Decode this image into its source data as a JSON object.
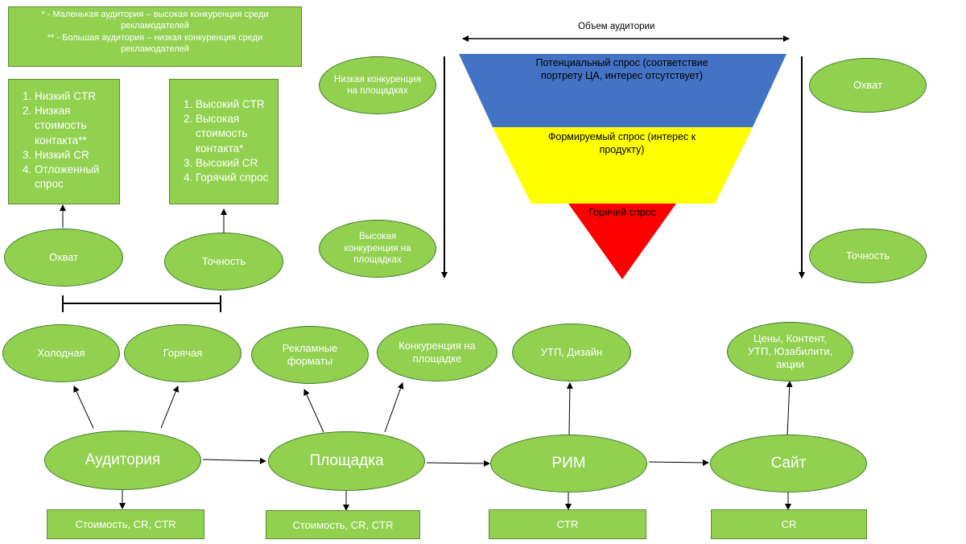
{
  "notes": {
    "line1": "* - Маленькая аудитория – высокая конкуренция среди рекламодателей",
    "line2": "** - Большая аудитория – низкая конкуренция среди рекламодателей"
  },
  "reach_list": [
    "Низкий CTR",
    "Низкая стоимость контакта**",
    "Низкий CR",
    "Отложенный спрос"
  ],
  "precision_list": [
    "Высокий CTR",
    "Высокая стоимость контакта*",
    "Высокий CR",
    "Горячий спрос"
  ],
  "left_nodes": {
    "reach": "Охват",
    "precision": "Точность"
  },
  "funnel": {
    "volume_label": "Объем аудитории",
    "low_competition": "Низкая конкуренция на площадках",
    "high_competition": "Высокая конкуренция на площадках",
    "level1": "Потенциальный спрос (соответствие портрету ЦА, интерес отсутствует)",
    "level2": "Формируемый спрос (интерес к продукту)",
    "level3": "Горячий спрос",
    "right_reach": "Охват",
    "right_precision": "Точность",
    "colors": {
      "level1": "#4472c4",
      "level2": "#ffff00",
      "level3": "#ff0000"
    }
  },
  "flow": {
    "audience": "Аудитория",
    "platform": "Площадка",
    "rim": "РИМ",
    "site": "Сайт",
    "cold": "Холодная",
    "hot": "Горячая",
    "ad_formats": "Рекламные форматы",
    "competition": "Конкуренция на площадке",
    "usp_design": "УТП, Дизайн",
    "site_factors": "Цены, Контент, УТП, Юзабилити, акции",
    "audience_metrics": "Стоимость, CR, CTR",
    "platform_metrics": "Стоимость, CR, CTR",
    "rim_metrics": "CTR",
    "site_metrics": "CR"
  }
}
